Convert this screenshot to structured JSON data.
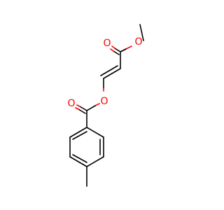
{
  "molecule": {
    "atoms": [
      {
        "id": "o_carbonyl_top",
        "element": "O",
        "label": "O"
      },
      {
        "id": "o_ether_top",
        "element": "O",
        "label": "O"
      },
      {
        "id": "o_carbonyl_left",
        "element": "O",
        "label": "O"
      },
      {
        "id": "o_ester_mid",
        "element": "O",
        "label": "O"
      }
    ],
    "colors": {
      "bond": "#000000",
      "oxygen": "#ff0000"
    }
  }
}
